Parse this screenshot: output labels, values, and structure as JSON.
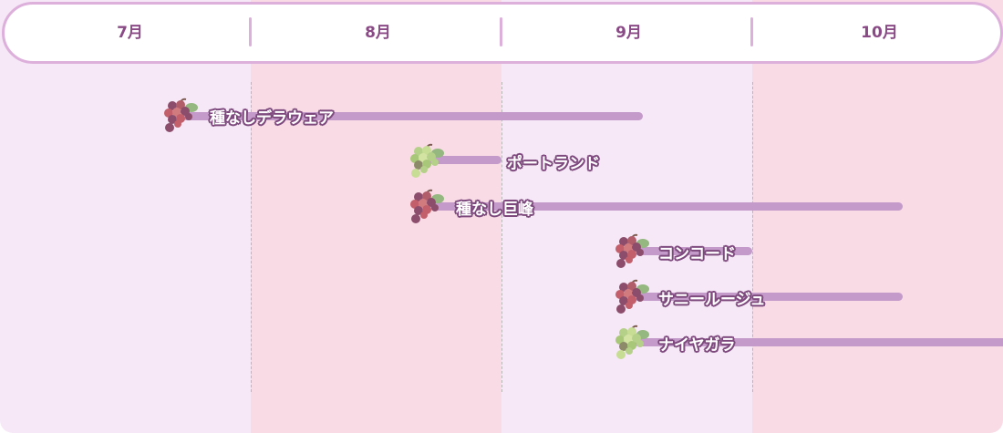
{
  "months": [
    "7月",
    "8月",
    "9月",
    "10月"
  ],
  "colors": {
    "col_light": "#f6e8f7",
    "col_pink": "#f8dbe5",
    "bar": "#c39ac9",
    "outline": "#ddb0dc",
    "month_text": "#8a4a86"
  },
  "varieties": [
    {
      "name": "種なしデラウェア",
      "grape": "red",
      "start": "7月下旬",
      "end": "9月中旬"
    },
    {
      "name": "ポートランド",
      "grape": "green",
      "start": "8月中旬",
      "end": "8月下旬"
    },
    {
      "name": "種なし巨峰",
      "grape": "red",
      "start": "8月中旬",
      "end": "10月中旬"
    },
    {
      "name": "コンコード",
      "grape": "red",
      "start": "9月中旬",
      "end": "9月下旬"
    },
    {
      "name": "サニールージュ",
      "grape": "red",
      "start": "9月中旬",
      "end": "10月中旬"
    },
    {
      "name": "ナイヤガラ",
      "grape": "green",
      "start": "9月中旬",
      "end": "10月下旬"
    }
  ]
}
